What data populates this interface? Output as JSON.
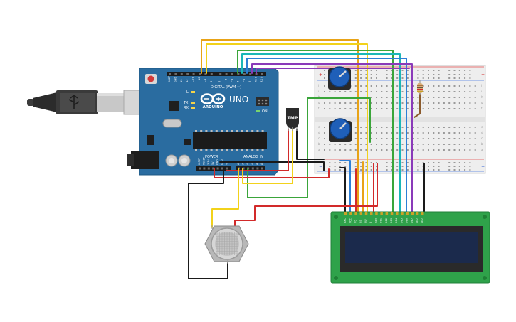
{
  "arduino": {
    "brand": "ARDUINO",
    "model": "UNO",
    "digital_label": "DIGITAL (PWM ~)",
    "power_label": "POWER",
    "analog_label": "ANALOG IN",
    "on_label": "ON",
    "tx_label": "TX",
    "rx_label": "RX",
    "l_label": "L",
    "digital_pins": [
      "AREF",
      "GND",
      "13",
      "12",
      "~11",
      "~10",
      "~9",
      "8",
      "7",
      "~6",
      "~5",
      "4",
      "~3",
      "2",
      "TX 1",
      "RX 0"
    ],
    "power_pins": [
      "IOREF",
      "RESET",
      "3.3V",
      "5V",
      "GND",
      "GND",
      "Vin"
    ],
    "analog_pins": [
      "A0",
      "A1",
      "A2",
      "A3",
      "A4",
      "A5"
    ]
  },
  "temp_sensor": {
    "label": "TMP"
  },
  "lcd": {
    "pin_labels": [
      "GND",
      "VCC",
      "V0",
      "RS",
      "RW",
      "E",
      "DB0",
      "DB1",
      "DB2",
      "DB3",
      "DB4",
      "DB5",
      "DB6",
      "DB7",
      "LED",
      "LED"
    ]
  },
  "breadboard": {
    "row_letters_top": [
      "j",
      "i",
      "h",
      "g",
      "f"
    ],
    "row_letters_bottom": [
      "e",
      "d",
      "c",
      "b",
      "a"
    ],
    "rail_plus": "+",
    "rail_minus": "−"
  },
  "colors": {
    "board_blue": "#2a6ca0",
    "wire_orange": "#e8a317",
    "wire_yellow": "#f2d21b",
    "wire_green": "#3aa53a",
    "wire_teal": "#1bb7b7",
    "wire_blue": "#2d7fd6",
    "wire_purple": "#8a3ab9",
    "wire_red": "#d22a2a",
    "wire_black": "#1a1a1a",
    "wire_brown": "#8b5a2b",
    "lcd_green": "#2fa24a",
    "lcd_screen": "#1b2a4c"
  }
}
